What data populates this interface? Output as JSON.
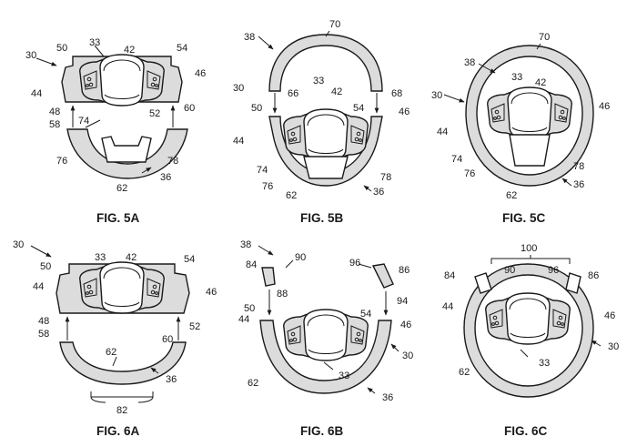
{
  "figures": {
    "fig5a": {
      "caption": "FIG. 5A",
      "labels": {
        "r30": "30",
        "r33": "33",
        "r50": "50",
        "r42": "42",
        "r54": "54",
        "r46": "46",
        "r44": "44",
        "r48": "48",
        "r58": "58",
        "r74": "74",
        "r52": "52",
        "r60": "60",
        "r76": "76",
        "r78": "78",
        "r62": "62",
        "r36": "36"
      }
    },
    "fig5b": {
      "caption": "FIG. 5B",
      "labels": {
        "r70": "70",
        "r38": "38",
        "r30": "30",
        "r66": "66",
        "r68": "68",
        "r33": "33",
        "r42": "42",
        "r50": "50",
        "r54": "54",
        "r46": "46",
        "r44": "44",
        "r74": "74",
        "r76": "76",
        "r78": "78",
        "r62": "62",
        "r36": "36"
      }
    },
    "fig5c": {
      "caption": "FIG. 5C",
      "labels": {
        "r70": "70",
        "r38": "38",
        "r30": "30",
        "r33": "33",
        "r42": "42",
        "r46": "46",
        "r44": "44",
        "r74": "74",
        "r76": "76",
        "r78": "78",
        "r62": "62",
        "r36": "36"
      }
    },
    "fig6a": {
      "caption": "FIG. 6A",
      "labels": {
        "r30": "30",
        "r33": "33",
        "r42": "42",
        "r50": "50",
        "r54": "54",
        "r44": "44",
        "r46": "46",
        "r48": "48",
        "r58": "58",
        "r52": "52",
        "r62": "62",
        "r60": "60",
        "r36": "36",
        "r82": "82"
      }
    },
    "fig6b": {
      "caption": "FIG. 6B",
      "labels": {
        "r38": "38",
        "r90": "90",
        "r84": "84",
        "r88": "88",
        "r96": "96",
        "r86": "86",
        "r94": "94",
        "r50": "50",
        "r44": "44",
        "r54": "54",
        "r46": "46",
        "r30": "30",
        "r62": "62",
        "r33": "33",
        "r36": "36"
      }
    },
    "fig6c": {
      "caption": "FIG. 6C",
      "labels": {
        "r100": "100",
        "r90": "90",
        "r96": "96",
        "r84": "84",
        "r86": "86",
        "r44": "44",
        "r46": "46",
        "r30": "30",
        "r33": "33",
        "r62": "62"
      }
    }
  }
}
